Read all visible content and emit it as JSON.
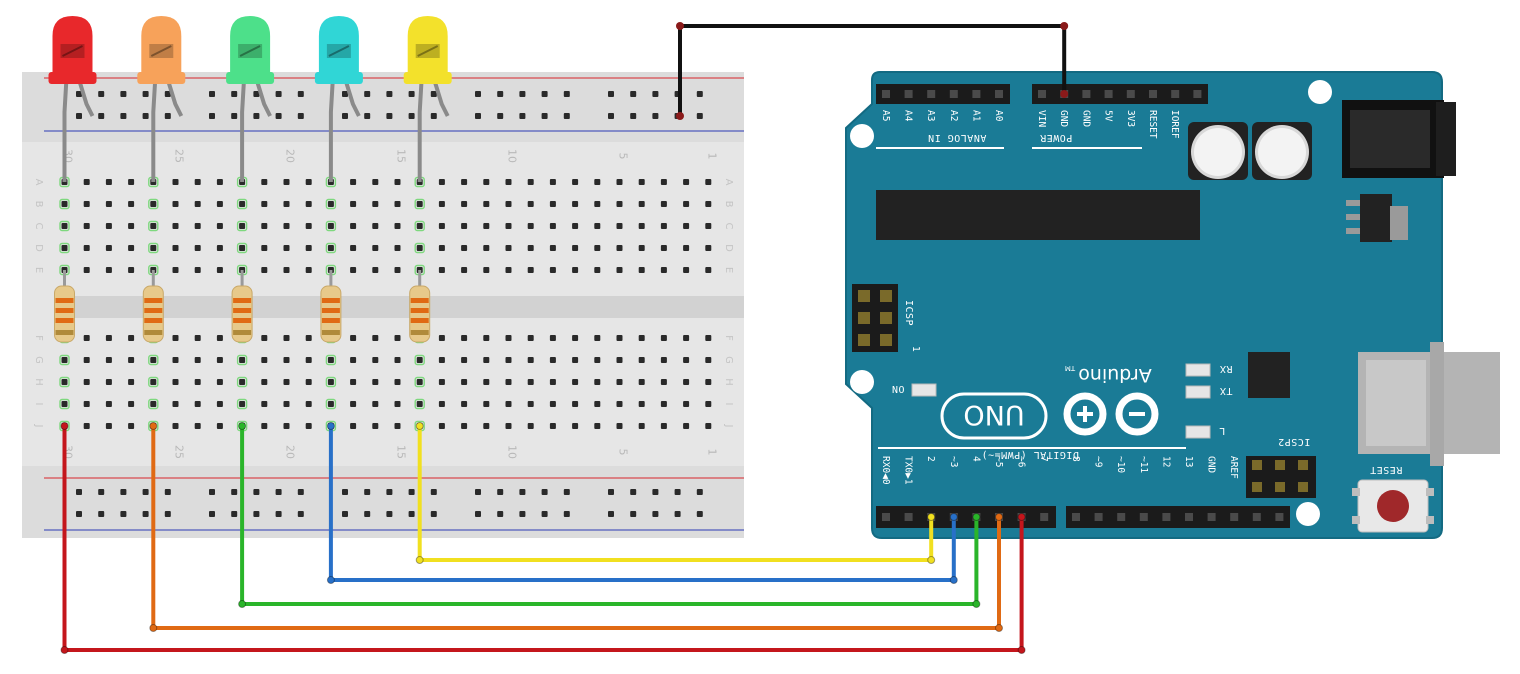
{
  "breadboard": {
    "column_numbers": [
      "30",
      "25",
      "20",
      "15",
      "10",
      "5",
      "1"
    ],
    "row_letters_top": [
      "A",
      "B",
      "C",
      "D",
      "E"
    ],
    "row_letters_bottom": [
      "F",
      "G",
      "H",
      "I",
      "J"
    ]
  },
  "leds": [
    {
      "color": "red",
      "hex": "#e8282b",
      "column": 30
    },
    {
      "color": "orange",
      "hex": "#f7a25a",
      "column": 26
    },
    {
      "color": "green",
      "hex": "#4de08a",
      "column": 22
    },
    {
      "color": "cyan",
      "hex": "#30d6d6",
      "column": 18
    },
    {
      "color": "yellow",
      "hex": "#f3e12b",
      "column": 14
    }
  ],
  "wires": [
    {
      "color_hex": "#c4161c",
      "from": "breadboard J30",
      "to": "D6"
    },
    {
      "color_hex": "#e06a14",
      "from": "breadboard J26",
      "to": "D5"
    },
    {
      "color_hex": "#2ab52a",
      "from": "breadboard J22",
      "to": "D4"
    },
    {
      "color_hex": "#2870c8",
      "from": "breadboard J18",
      "to": "D3"
    },
    {
      "color_hex": "#f1e020",
      "from": "breadboard J14",
      "to": "D2"
    },
    {
      "color_hex": "#111111",
      "from": "breadboard ground rail",
      "to": "GND"
    }
  ],
  "arduino": {
    "brand": "Arduino",
    "trademark": "TM",
    "model": "UNO",
    "board_color": "#1a7b96",
    "analog_label": "ANALOG IN",
    "analog_pins": [
      "A5",
      "A4",
      "A3",
      "A2",
      "A1",
      "A0"
    ],
    "power_label": "POWER",
    "power_pins": [
      "VIN",
      "GND",
      "GND",
      "5V",
      "3V3",
      "RESET",
      "IOREF"
    ],
    "digital_label": "DIGITAL (PWM=~)",
    "digital_low_pins": [
      "RX0◀0",
      "TX0▶1",
      "2",
      "~3",
      "4",
      "~5",
      "~6",
      "7"
    ],
    "digital_high_pins": [
      "8",
      "~9",
      "~10",
      "~11",
      "12",
      "13",
      "GND",
      "AREF"
    ],
    "icsp_label": "ICSP",
    "icsp_pin1": "1",
    "icsp2_label": "ICSP2",
    "led_labels": {
      "on": "ON",
      "rx": "RX",
      "tx": "TX",
      "l": "L"
    },
    "reset_label": "RESET"
  }
}
